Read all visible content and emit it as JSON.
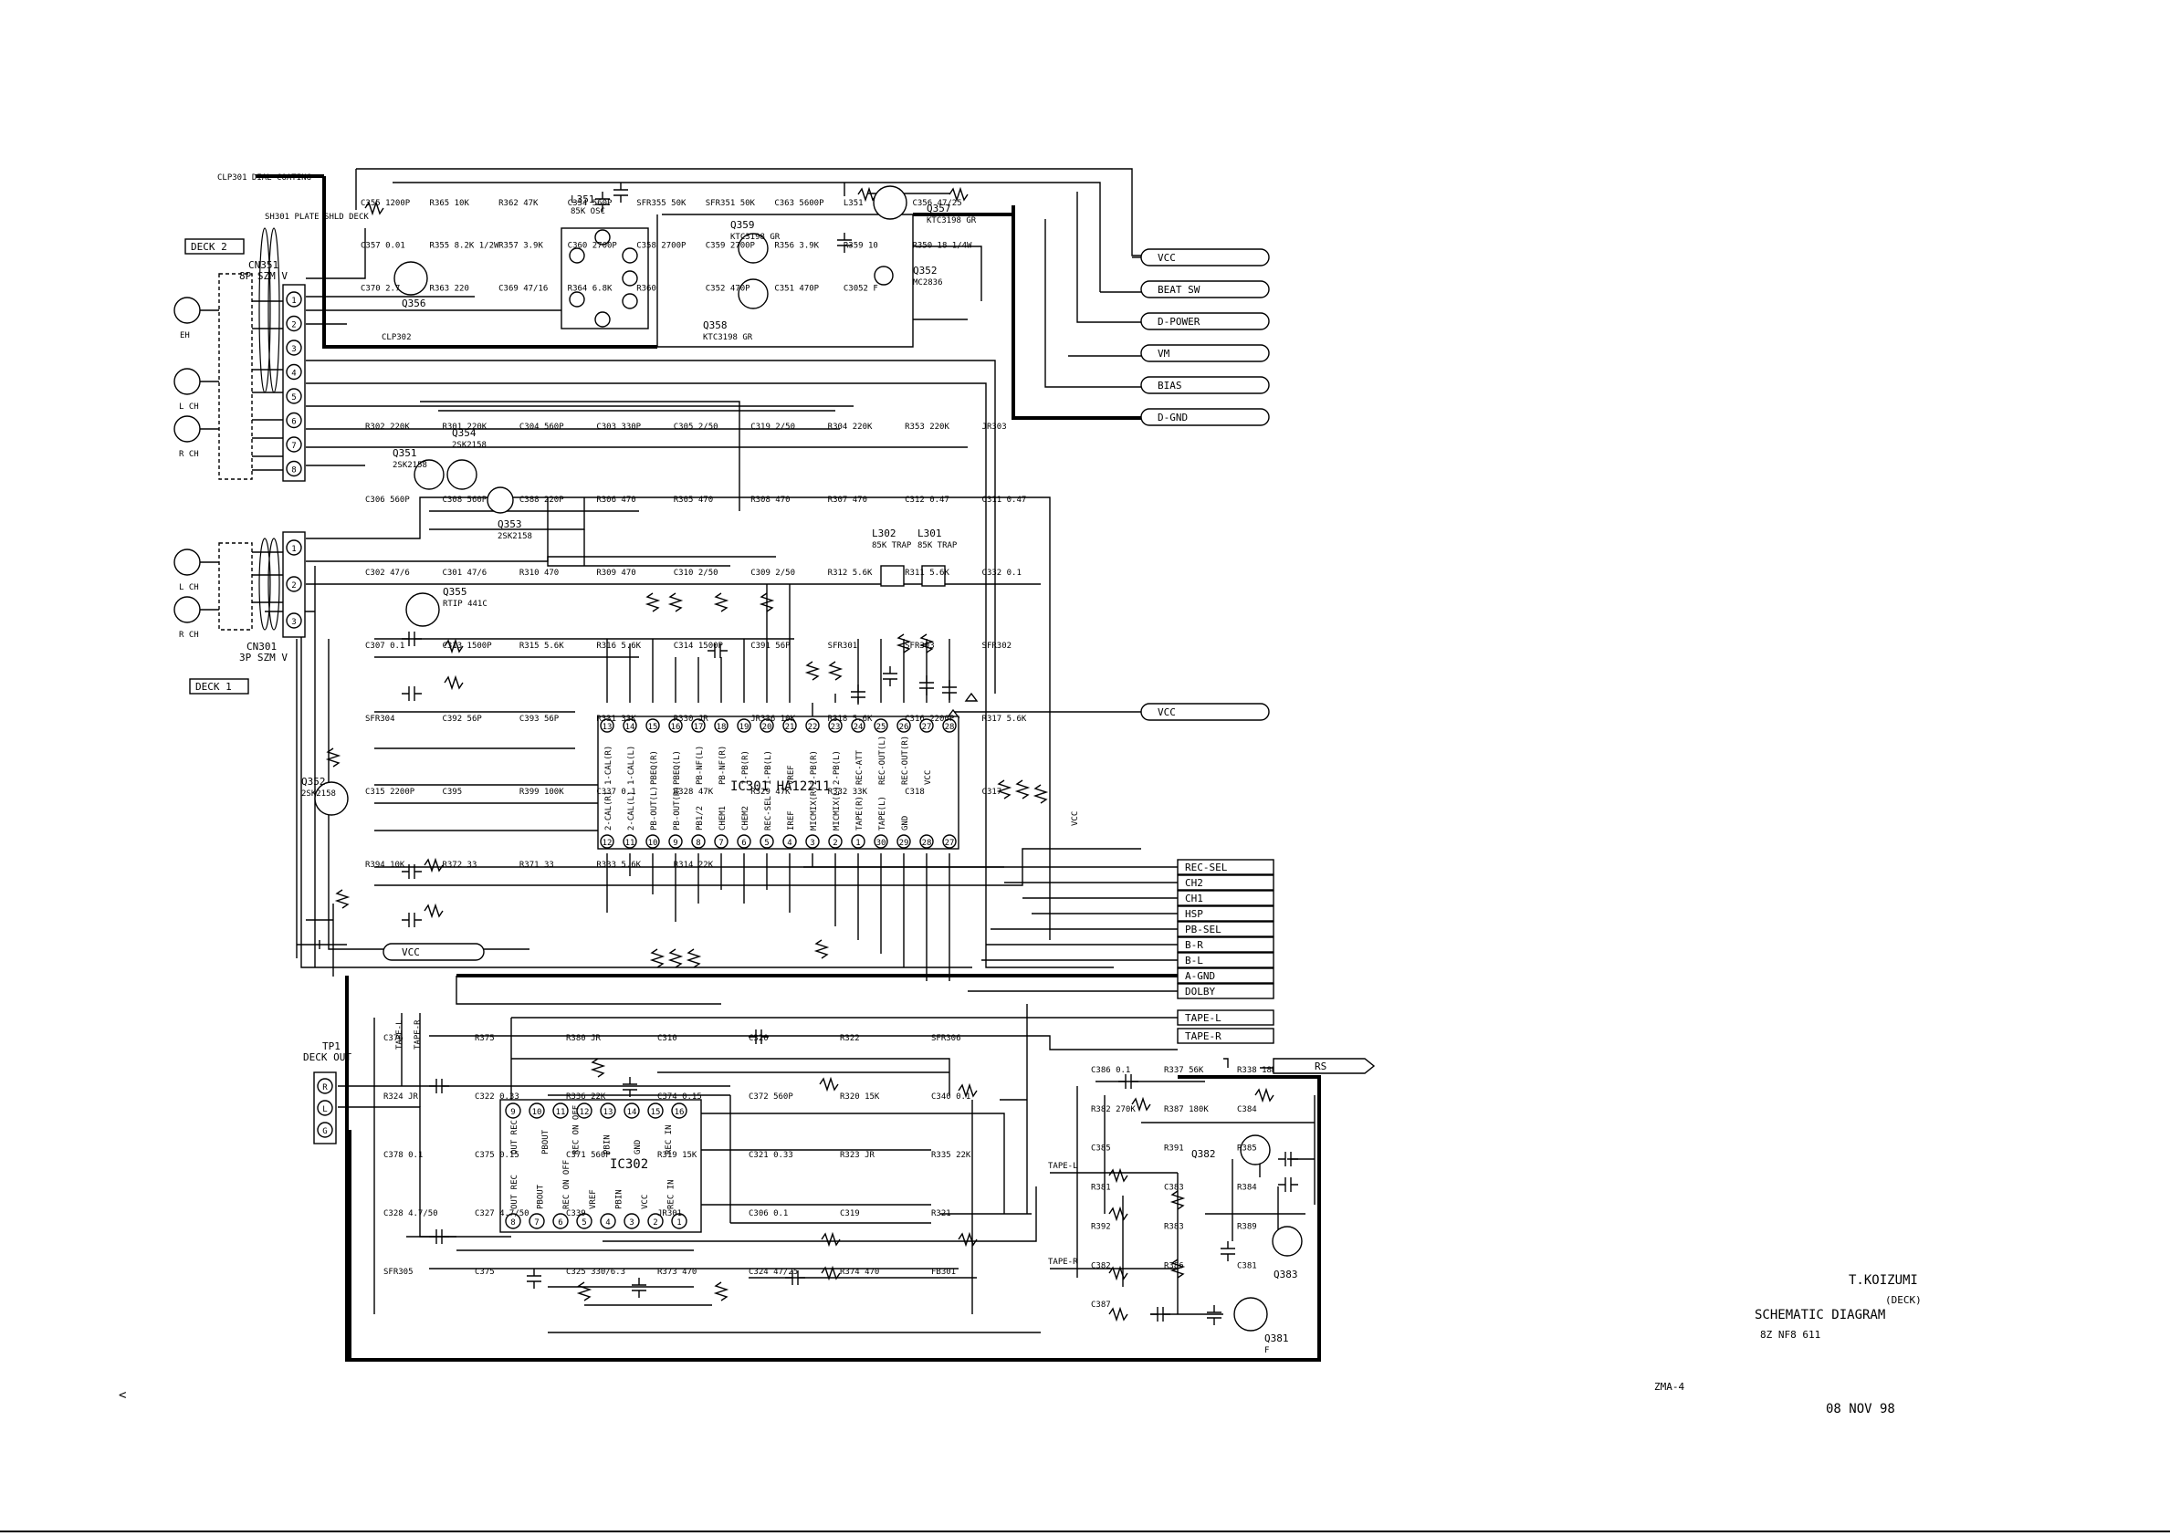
{
  "title_block": {
    "author": "T.KOIZUMI",
    "section": "(DECK)",
    "doc_title": "SCHEMATIC DIAGRAM",
    "doc_code": "8Z   NF8   611",
    "model": "ZMA-4",
    "date": "08  NOV  98"
  },
  "deck_labels": [
    "DECK 2",
    "DECK 1"
  ],
  "connectors": {
    "cn351": {
      "name": "CN351",
      "type": "8P SZM V",
      "pins": [
        "1",
        "2",
        "3",
        "4",
        "5",
        "6",
        "7",
        "8"
      ]
    },
    "cn301": {
      "name": "CN301",
      "type": "3P SZM V",
      "pins": [
        "1",
        "2",
        "3"
      ]
    },
    "tp1": {
      "name": "TP1",
      "label": "DECK OUT",
      "pins": [
        "R",
        "L",
        "G"
      ]
    },
    "clp301": "CLP301 DIAL COATING",
    "sh301": "SH301 PLATE SHLD DECK",
    "clp302": "CLP302"
  },
  "heads": [
    "EH",
    "L CH",
    "R CH",
    "L CH",
    "R CH"
  ],
  "ic301": {
    "name": "IC301 HA12211",
    "top_pins": [
      "13",
      "14",
      "15",
      "16",
      "17",
      "18",
      "19",
      "20",
      "21",
      "22",
      "23",
      "24",
      "25",
      "26",
      "27",
      "28"
    ],
    "bottom_pins": [
      "12",
      "11",
      "10",
      "9",
      "8",
      "7",
      "6",
      "5",
      "4",
      "3",
      "2",
      "1",
      "30",
      "29",
      "28",
      "27"
    ],
    "top_labels": [
      "1-CAL(R)",
      "1-CAL(L)",
      "PBEQ(R)",
      "PBEQ(L)",
      "PB-NF(L)",
      "PB-NF(R)",
      "1-PB(R)",
      "1-PB(L)",
      "VREF",
      "2-PB(R)",
      "2-PB(L)",
      "REC-ATT",
      "REC-OUT(L)",
      "REC-OUT(R)",
      "VCC"
    ],
    "bottom_labels": [
      "2-CAL(R)",
      "2-CAL(L)",
      "PB-OUT(L)",
      "PB-OUT(R)",
      "PB1/2",
      "CHEM1",
      "CHEM2",
      "REC-SEL",
      "IREF",
      "MICMIX(R)",
      "MICMIX(L)",
      "TAPE(R)",
      "TAPE(L)",
      "GND"
    ]
  },
  "ic302": {
    "name": "IC302",
    "top_pins": [
      "9",
      "10",
      "11",
      "12",
      "13",
      "14",
      "15",
      "16"
    ],
    "bottom_pins": [
      "8",
      "7",
      "6",
      "5",
      "4",
      "3",
      "2",
      "1"
    ],
    "top_labels": [
      "OUT REC",
      "PBOUT",
      "REC ON OFF",
      "PBIN",
      "GND",
      "REC IN"
    ],
    "bottom_labels": [
      "OUT REC",
      "PBOUT",
      "REC ON OFF",
      "VREF",
      "PBIN",
      "VCC",
      "REC IN"
    ]
  },
  "transistors": [
    {
      "ref": "Q356",
      "part": ""
    },
    {
      "ref": "Q357",
      "part": "KTC3198 GR"
    },
    {
      "ref": "Q359",
      "part": "KTC3198 GR"
    },
    {
      "ref": "Q358",
      "part": "KTC3198 GR"
    },
    {
      "ref": "Q352",
      "part": "MC2836"
    },
    {
      "ref": "Q354",
      "part": "2SK2158"
    },
    {
      "ref": "Q351",
      "part": "2SK2158"
    },
    {
      "ref": "Q353",
      "part": "2SK2158"
    },
    {
      "ref": "Q355",
      "part": "RTIP 441C"
    },
    {
      "ref": "Q352",
      "part": "2SK2158"
    },
    {
      "ref": "Q382",
      "part": ""
    },
    {
      "ref": "Q383",
      "part": ""
    },
    {
      "ref": "Q381",
      "part": "F"
    }
  ],
  "traps": [
    {
      "ref": "L302",
      "part": "85K TRAP"
    },
    {
      "ref": "L301",
      "part": "85K TRAP"
    },
    {
      "ref": "L351",
      "part": "85K OSC"
    }
  ],
  "components_upper": [
    "C355 1200P",
    "R365 10K",
    "R362 47K",
    "C354 560P",
    "SFR355 50K",
    "SFR351 50K",
    "C363 5600P",
    "L351",
    "C356 47/25",
    "C357 0.01",
    "R355 8.2K 1/2W",
    "R357 3.9K",
    "C360 2700P",
    "C358 2700P",
    "C359 2700P",
    "R356 3.9K",
    "R359 10",
    "R350 18 1/4W",
    "C370 2.7",
    "R363 220",
    "C369 47/16",
    "R364 6.8K",
    "R360",
    "C352 470P",
    "C351 470P",
    "C3052 F"
  ],
  "components_mid": [
    "R302 220K",
    "R301 220K",
    "C304 560P",
    "C303 330P",
    "C305 2/50",
    "C319 2/50",
    "R304 220K",
    "R353 220K",
    "JR303",
    "C306 560P",
    "C308 560P",
    "C388 220P",
    "R306 470",
    "R305 470",
    "R308 470",
    "R307 470",
    "C312 0.47",
    "C311 0.47",
    "C302 47/6",
    "C301 47/6",
    "R310 470",
    "R309 470",
    "C310 2/50",
    "C309 2/50",
    "R312 5.6K",
    "R311 5.6K",
    "C332 0.1",
    "C307 0.1",
    "C313 1500P",
    "R315 5.6K",
    "R316 5.6K",
    "C314 1500P",
    "C391 56P",
    "SFR301",
    "SFR303",
    "SFR302",
    "SFR304",
    "C392 56P",
    "C393 56P",
    "R331 33K",
    "R330 JR",
    "JR336 10K",
    "R318 5.6K",
    "C316 2200P",
    "R317 5.6K",
    "C315 2200P",
    "C395",
    "R399 100K",
    "C337 0.1",
    "R328 47K",
    "R329 47K",
    "R332 33K",
    "C318",
    "C317",
    "R394 10K",
    "R372 33",
    "R371 33",
    "R333 5.6K",
    "R314 22K"
  ],
  "components_lower": [
    "C376",
    "R375",
    "R380 JR",
    "C310",
    "C320",
    "R322",
    "SFR306",
    "R324 JR",
    "C322 0.33",
    "R336 22K",
    "C374 0.15",
    "C372 560P",
    "R320 15K",
    "C340 0.1",
    "C378 0.1",
    "C375 0.15",
    "C371 560P",
    "R319 15K",
    "C321 0.33",
    "R323 JR",
    "R335 22K",
    "C328 4.7/50",
    "C327 4.7/50",
    "C339",
    "JR301",
    "C306 0.1",
    "C319",
    "R321",
    "SFR305",
    "C375",
    "C325 330/6.3",
    "R373 470",
    "C324 47/25",
    "R374 470",
    "FB301"
  ],
  "components_right": [
    "C386 0.1",
    "R337 56K",
    "R338 18K",
    "R382 270K",
    "R387 180K",
    "C384",
    "C385",
    "R391",
    "R385",
    "R381",
    "C383",
    "R384",
    "R392",
    "R383",
    "R389",
    "C382",
    "R386",
    "C381",
    "C387"
  ],
  "signals_top": [
    "VCC",
    "BEAT SW",
    "D-POWER",
    "VM",
    "BIAS",
    "D-GND"
  ],
  "signals_mid": [
    "VCC"
  ],
  "signals_bus": [
    "REC-SEL",
    "CH2",
    "CH1",
    "HSP",
    "PB-SEL",
    "B-R",
    "B-L",
    "A-GND",
    "DOLBY",
    "TAPE-L",
    "TAPE-R"
  ],
  "signal_rs": "RS",
  "local_vcc": "VCC",
  "vcc_stub": "VCC",
  "tape_labels": [
    "TAPE-L",
    "TAPE-R"
  ],
  "tape_nodes": [
    "TAPE-L",
    "TAPE-R"
  ],
  "back_arrow": "<",
  "colors": {
    "ink": "#000000",
    "paper": "#ffffff"
  }
}
